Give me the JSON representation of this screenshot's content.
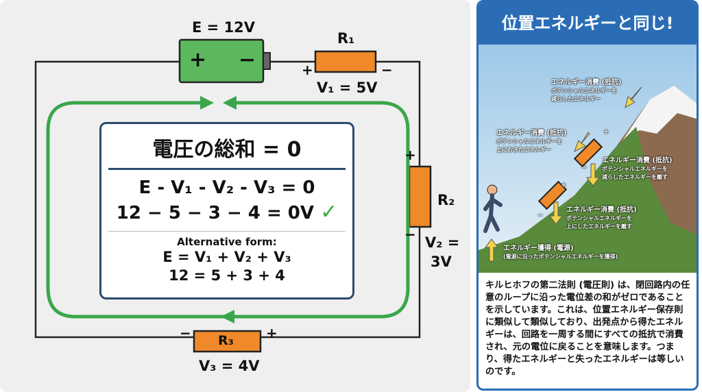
{
  "circuit": {
    "battery_label": "E = 12V",
    "battery_plus": "+",
    "battery_minus": "−",
    "r1": {
      "name": "R₁",
      "voltage": "V₁ = 5V",
      "plus": "+",
      "minus": "−"
    },
    "r2": {
      "name": "R₂",
      "voltage_line1": "V₂ =",
      "voltage_line2": "3V",
      "plus": "+",
      "minus": "−"
    },
    "r3": {
      "name": "R₃",
      "voltage": "V₃ = 4V",
      "plus": "+",
      "minus": "−"
    }
  },
  "summary_box": {
    "title": "電圧の総和 = 0",
    "equation": "E - V₁ - V₂ - V₃ = 0",
    "numeric": "12 − 5 − 3 − 4 = 0V",
    "check": "✓",
    "alt_label": "Alternative form:",
    "alt_equation": "E = V₁ + V₂ + V₃",
    "alt_numeric": "12 = 5 + 3 + 4"
  },
  "right_panel": {
    "title": "位置エネルギーと同じ!",
    "labels": [
      {
        "title": "エネルギー消費 (抵抗)",
        "sub1": "ポテンシャルエネルギーを",
        "sub2": "減らしたエネルギー"
      },
      {
        "title": "エネルギー消費 (抵抗)",
        "sub1": "ポテンシャルエネルギーを",
        "sub2": "上におきたエネルギー"
      },
      {
        "title": "エネルギー消費 (抵抗)",
        "sub1": "ポテンシャルエネルギーを",
        "sub2": "減らしたエネルギーを離す"
      },
      {
        "title": "エネルギー消費 (抵抗)",
        "sub1": "ポテンシャルエネルギーを",
        "sub2": "上にしたエネルギーを離す"
      },
      {
        "title": "エネルギー獲得 (電源)",
        "sub1": "(電源に沿ったポテンシャルエネルギーを獲得)",
        "sub2": ""
      }
    ],
    "plus": "+",
    "minus": "−",
    "paragraph": "キルヒホフの第二法則 (電圧則) は、閉回路内の任意のループに沿った電位差の和がゼロであることを示しています。これは、位置エネルギー保存則に類似して類似しており、出発点から得たエネルギーは、回路を一周する間にすべての抵抗で消費され、元の電位に戻ることを意味します。つまり、得たエネルギーと失ったエネルギーは等しいのです。"
  },
  "colors": {
    "wire": "#222222",
    "battery": "#5cb85c",
    "resistor": "#f0892a",
    "loop": "#3aa64a",
    "accent": "#2a6db5"
  }
}
